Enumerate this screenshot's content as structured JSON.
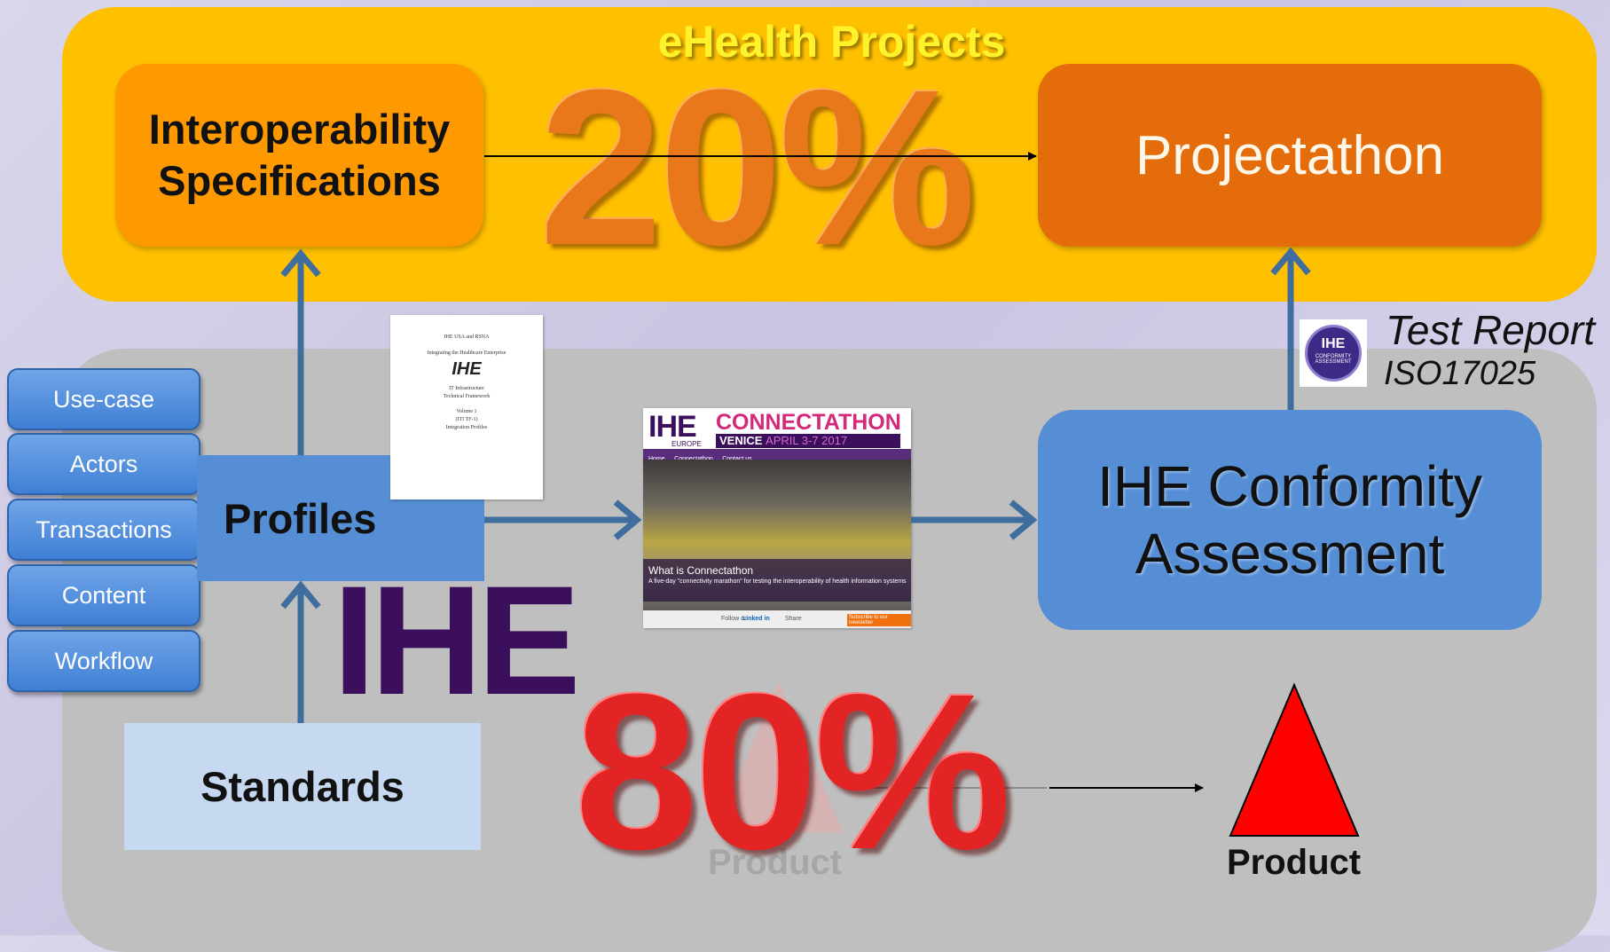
{
  "title": "eHealth Projects",
  "boxes": {
    "spec_line1": "Interoperability",
    "spec_line2": "Specifications",
    "projectathon": "Projectathon",
    "profiles": "Profiles",
    "standards": "Standards",
    "conformity_line1": "IHE Conformity",
    "conformity_line2": "Assessment"
  },
  "percentages": {
    "top": "20%",
    "bottom": "80%"
  },
  "tabs": [
    "Use-case",
    "Actors",
    "Transactions",
    "Content",
    "Workflow"
  ],
  "logo": "IHE",
  "test_report": {
    "label": "Test Report",
    "standard": "ISO17025"
  },
  "badge": {
    "line1": "IHE",
    "line2": "CONFORMITY",
    "line3": "ASSESSMENT"
  },
  "product": {
    "ghost": "Product",
    "main": "Product"
  },
  "document": {
    "line1": "IHE USA and RSNA",
    "line2": "Integrating the Healthcare Enterprise",
    "logo": "IHE",
    "line3": "IT Infrastructure",
    "line4": "Technical Framework",
    "line5": "Volume 1",
    "line6": "(ITI TF-1)",
    "line7": "Integration Profiles"
  },
  "connectathon": {
    "logo": "IHE",
    "europe": "EUROPE",
    "name": "CONNECTATHON",
    "city": "VENICE",
    "date": "APRIL 3-7 2017",
    "nav": [
      "Home",
      "Connectathon",
      "Contact us"
    ],
    "caption_title": "What is Connectathon",
    "caption_sub": "A five-day \"connectivity marathon\" for testing the interoperability of health information systems",
    "footer_follow": "Follow on",
    "footer_linkedin": "Linked in",
    "footer_share": "Share",
    "footer_subscribe": "Subscribe to our newsletter"
  },
  "colors": {
    "top_panel": "#ffc000",
    "bottom_panel": "#bfbfbf",
    "spec_box": "#ff9900",
    "projectathon_box": "#e46c0a",
    "blue_box": "#558ed5",
    "standards_box": "#c6d9f1",
    "arrow_blue": "#3f6d9e",
    "product_red": "#ff0000",
    "ihe_purple": "#3b0f5c"
  }
}
